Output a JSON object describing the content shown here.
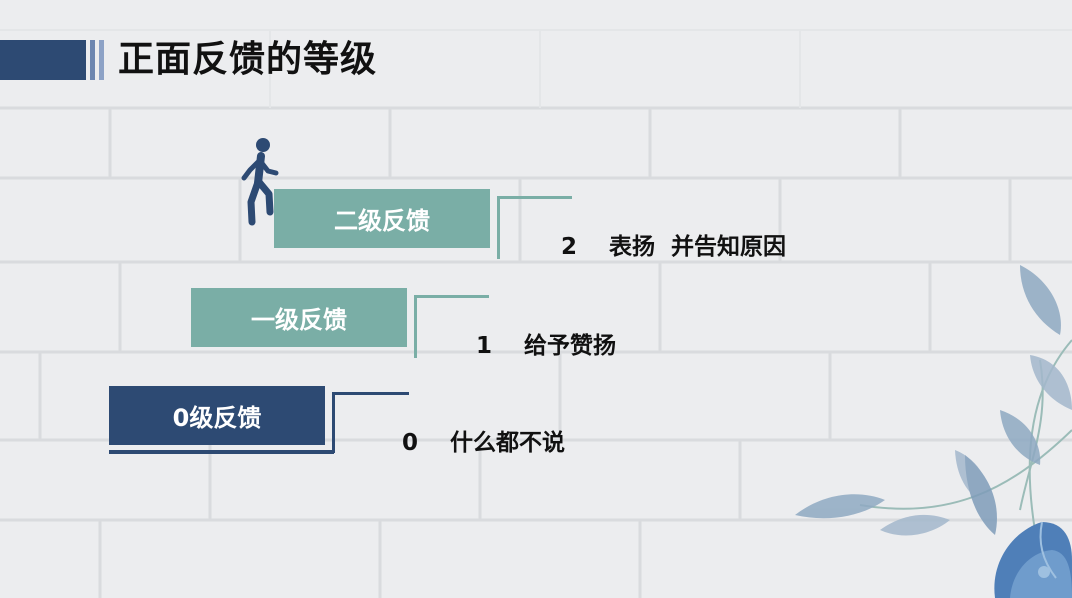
{
  "title": "正面反馈的等级",
  "levels": [
    {
      "label": "二级反馈",
      "description": "2    表扬  并告知原因",
      "color": "#7aaea6"
    },
    {
      "label": "一级反馈",
      "description": "1    给予赞扬",
      "color": "#7aaea6"
    },
    {
      "label": "0级反馈",
      "description": "0    什么都不说",
      "color": "#2d4a73"
    }
  ],
  "icons": [
    "walking-person-icon",
    "leaf-flower-decoration"
  ],
  "colors": {
    "navy": "#2d4a73",
    "teal": "#7aaea6",
    "background": "#ecedef"
  }
}
